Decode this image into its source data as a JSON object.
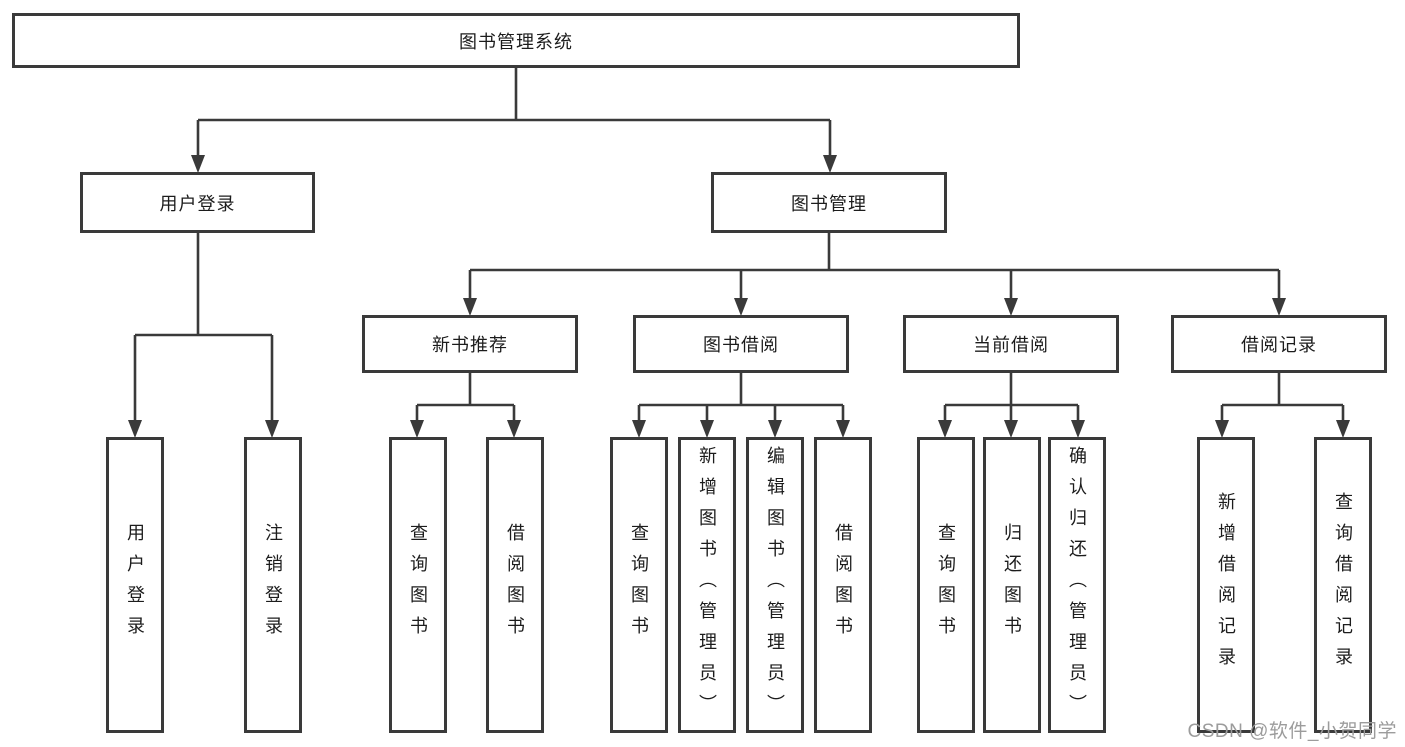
{
  "diagram": {
    "root": {
      "label": "图书管理系统"
    },
    "level2": {
      "user_login": {
        "label": "用户登录"
      },
      "book_management": {
        "label": "图书管理"
      }
    },
    "level3": {
      "new_book_recommend": {
        "label": "新书推荐"
      },
      "book_borrowing": {
        "label": "图书借阅"
      },
      "current_borrowing": {
        "label": "当前借阅"
      },
      "borrowing_records": {
        "label": "借阅记录"
      }
    },
    "leaves": {
      "user_login_children": {
        "login": "用户登录",
        "logout": "注销登录"
      },
      "recommend_children": {
        "query_books": "查询图书",
        "borrow_books": "借阅图书"
      },
      "borrowing_children": {
        "query_books": "查询图书",
        "add_books_admin": "新增图书（管理员）",
        "edit_books_admin": "编辑图书（管理员）",
        "borrow_books": "借阅图书"
      },
      "current_children": {
        "query_books": "查询图书",
        "return_books": "归还图书",
        "confirm_return_admin": "确认归还（管理员）"
      },
      "records_children": {
        "add_record": "新增借阅记录",
        "query_record": "查询借阅记录"
      }
    }
  },
  "watermark": "CSDN @软件_小贺同学",
  "colors": {
    "line": "#3a3a3a",
    "box_border": "#3a3a3a",
    "text": "#1c1c1c",
    "watermark": "#9c9c9c",
    "background": "#ffffff"
  }
}
